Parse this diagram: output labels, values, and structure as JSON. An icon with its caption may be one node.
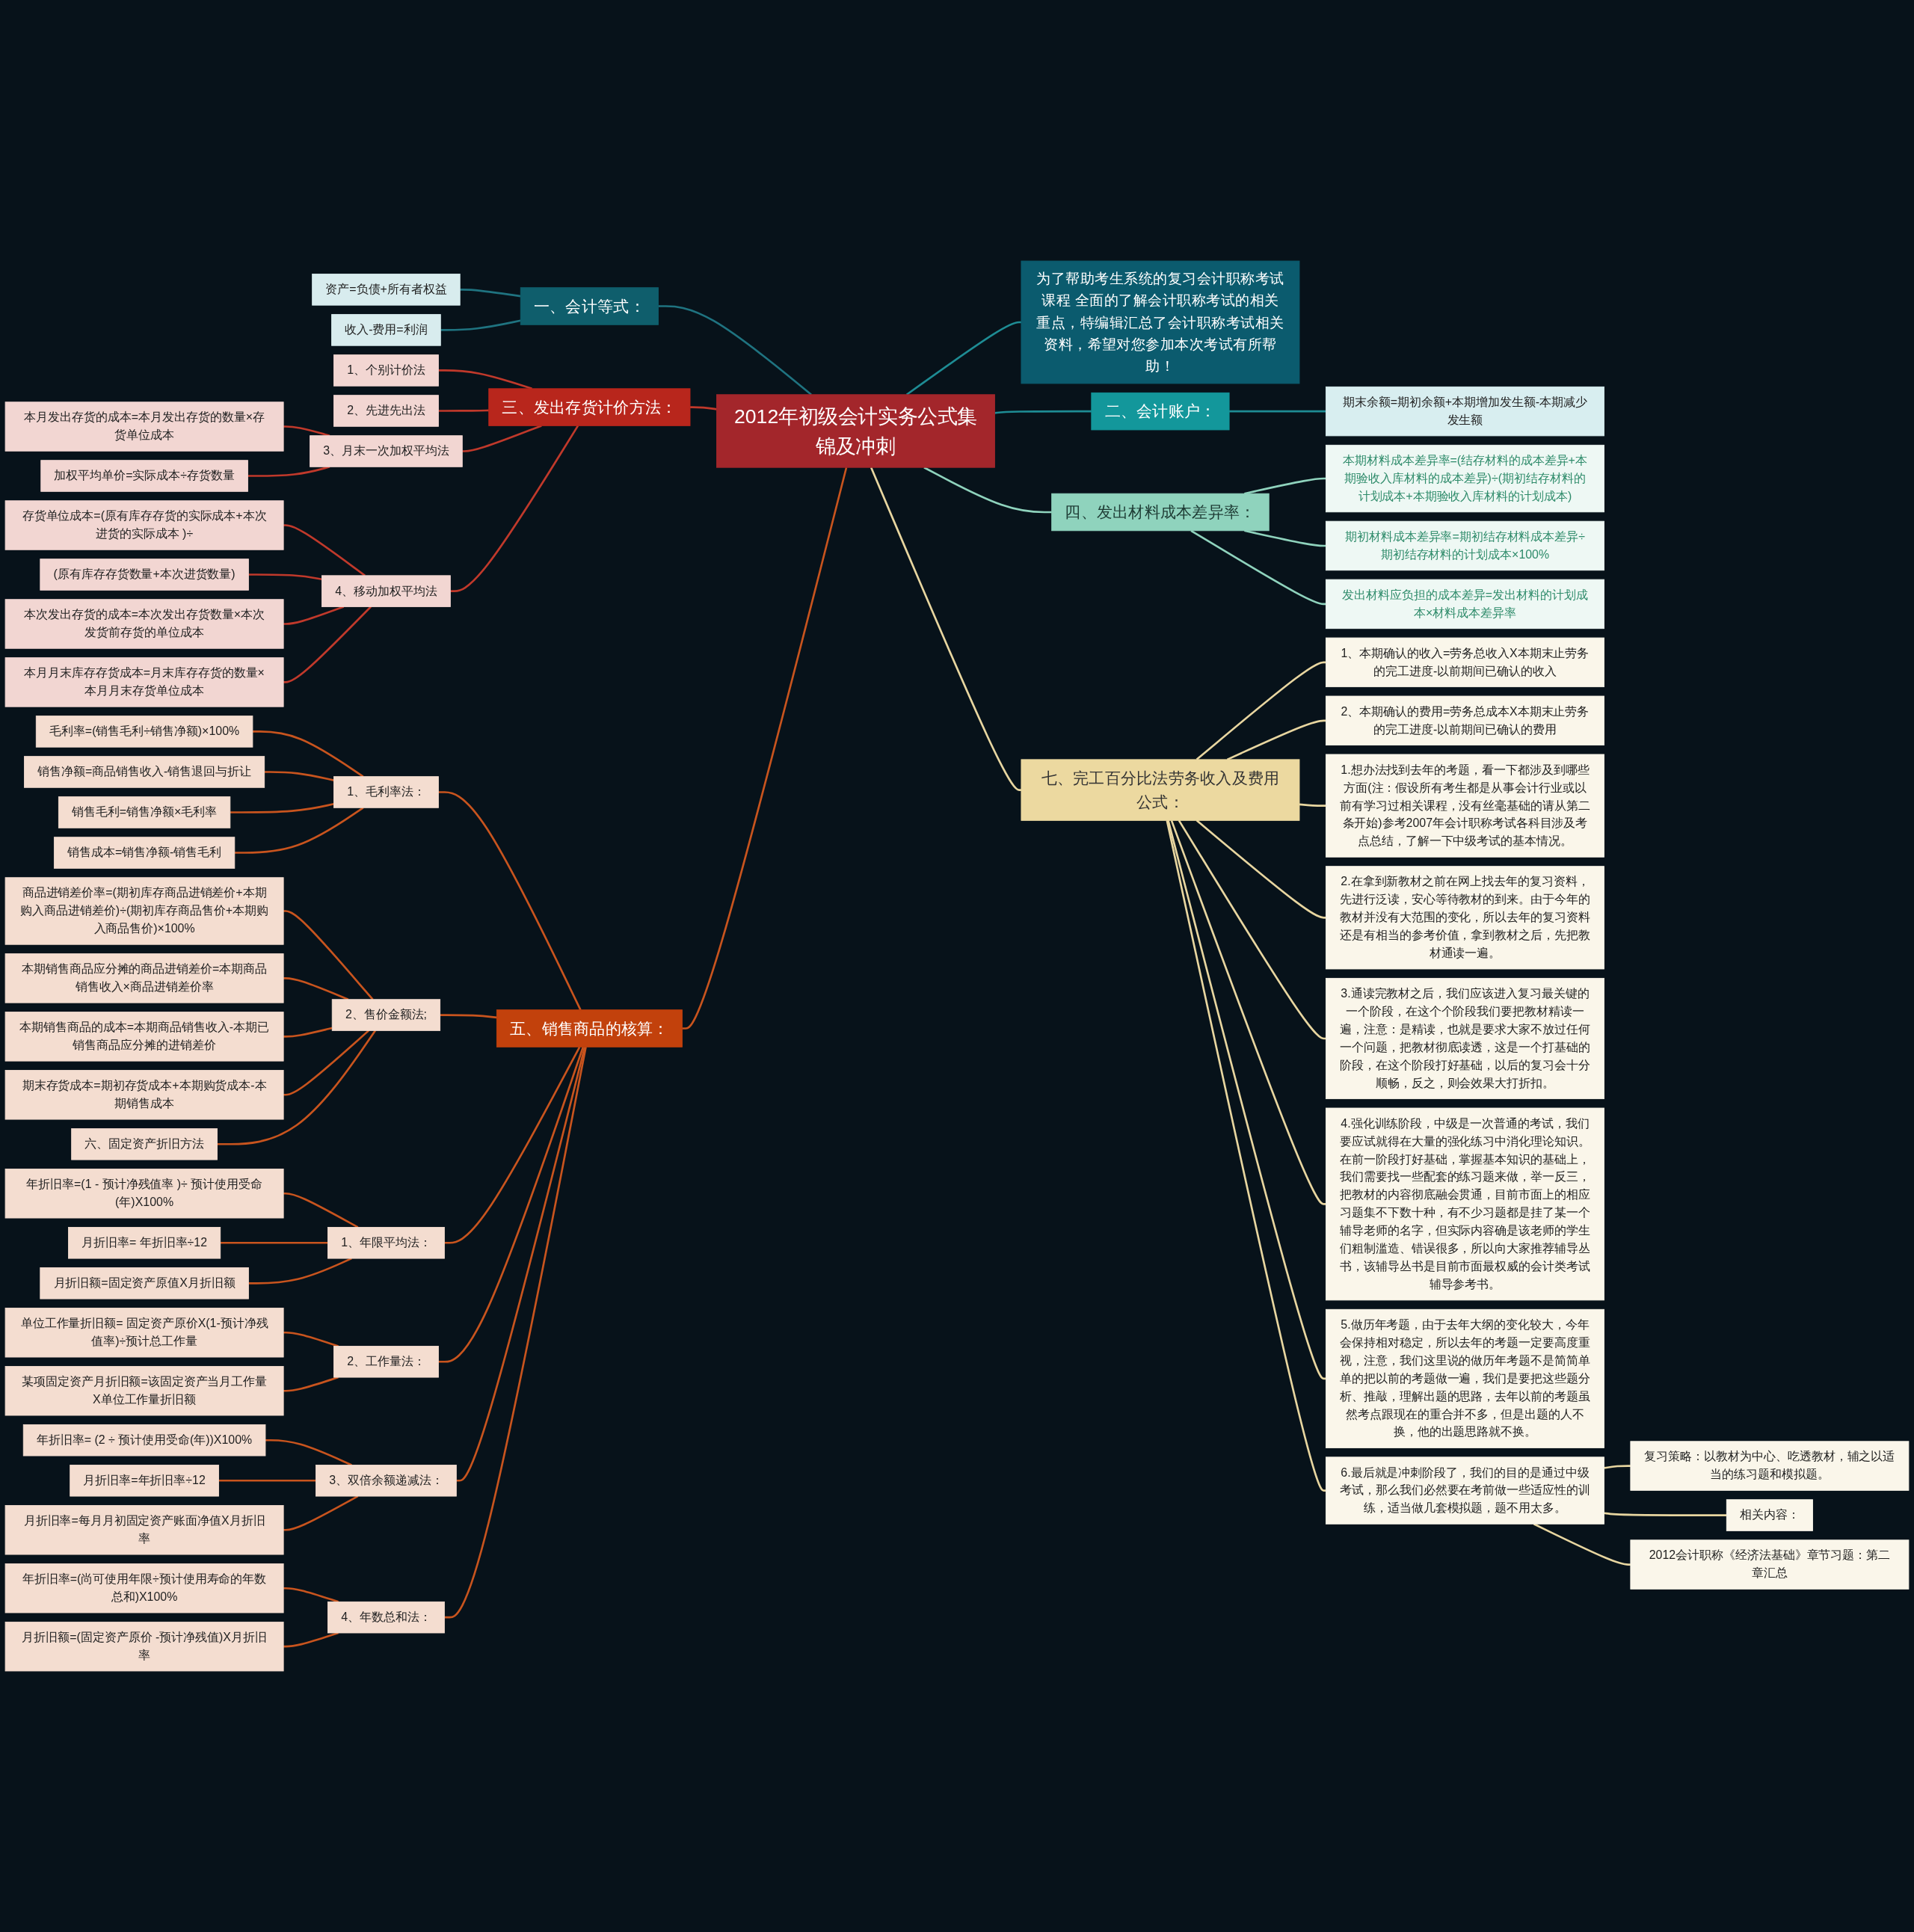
{
  "diagram": {
    "nodes": [
      {
        "text": [
          "2012年初级会计实务公式集锦及冲刺"
        ]
      },
      {
        "text": [
          "一、会计等式："
        ]
      },
      {
        "text": [
          "资产=负债+所有者权益"
        ]
      },
      {
        "text": [
          "收入-费用=利润"
        ]
      },
      {
        "text": [
          "三、发出存货计价方法："
        ]
      },
      {
        "text": [
          "1、个别计价法"
        ]
      },
      {
        "text": [
          "2、先进先出法"
        ]
      },
      {
        "text": [
          "3、月末一次加权平均法"
        ]
      },
      {
        "text": [
          "本月发出存货的成本=本月发出存货的数量×存货单位成本"
        ]
      },
      {
        "text": [
          "加权平均单价=实际成本÷存货数量"
        ]
      },
      {
        "text": [
          "4、移动加权平均法"
        ]
      },
      {
        "text": [
          "存货单位成本=(原有库存存货的实际成本+本次进货的实际成本 )÷"
        ]
      },
      {
        "text": [
          "(原有库存存货数量+本次进货数量)"
        ]
      },
      {
        "text": [
          "本次发出存货的成本=本次发出存货数量×本次发货前存货的单位成本"
        ]
      },
      {
        "text": [
          "本月月末库存存货成本=月末库存存货的数量×本月月末存货单位成本"
        ]
      },
      {
        "text": [
          "五、销售商品的核算："
        ]
      },
      {
        "text": [
          "1、毛利率法："
        ]
      },
      {
        "text": [
          "毛利率=(销售毛利÷销售净额)×100%"
        ]
      },
      {
        "text": [
          "销售净额=商品销售收入-销售退回与折让"
        ]
      },
      {
        "text": [
          "销售毛利=销售净额×毛利率"
        ]
      },
      {
        "text": [
          "销售成本=销售净额-销售毛利"
        ]
      },
      {
        "text": [
          "2、售价金额法;"
        ]
      },
      {
        "text": [
          "商品进销差价率=(期初库存商品进销差价+本期购入商品进销差价)÷(期初库存商品售价+本期购入商品售价)×100%"
        ]
      },
      {
        "text": [
          "本期销售商品应分摊的商品进销差价=本期商品销售收入×商品进销差价率"
        ]
      },
      {
        "text": [
          "本期销售商品的成本=本期商品销售收入-本期已销售商品应分摊的进销差价"
        ]
      },
      {
        "text": [
          "期末存货成本=期初存货成本+本期购货成本-本期销售成本"
        ]
      },
      {
        "text": [
          "六、固定资产折旧方法"
        ]
      },
      {
        "text": [
          "1、年限平均法："
        ]
      },
      {
        "text": [
          "年折旧率=(1 - 预计净残值率 )÷ 预计使用受命(年)X100%"
        ]
      },
      {
        "text": [
          "月折旧率= 年折旧率÷12"
        ]
      },
      {
        "text": [
          "月折旧额=固定资产原值X月折旧额"
        ]
      },
      {
        "text": [
          "2、工作量法："
        ]
      },
      {
        "text": [
          "单位工作量折旧额= 固定资产原价X(1-预计净残值率)÷预计总工作量"
        ]
      },
      {
        "text": [
          "某项固定资产月折旧额=该固定资产当月工作量X单位工作量折旧额"
        ]
      },
      {
        "text": [
          "3、双倍余额递减法："
        ]
      },
      {
        "text": [
          "年折旧率= (2 ÷ 预计使用受命(年))X100%"
        ]
      },
      {
        "text": [
          "月折旧率=年折旧率÷12"
        ]
      },
      {
        "text": [
          "月折旧率=每月月初固定资产账面净值X月折旧率"
        ]
      },
      {
        "text": [
          "4、年数总和法："
        ]
      },
      {
        "text": [
          "年折旧率=(尚可使用年限÷预计使用寿命的年数总和)X100%"
        ]
      },
      {
        "text": [
          "月折旧额=(固定资产原价 -预计净残值)X月折旧率"
        ]
      },
      {
        "text": [
          "为了帮助考生系统的复习会计职称考试课程 全面的了解会计职称考试的相关重点，特编辑汇总了会计职称考试相关资料，希望对您参加本次考试有所帮助！"
        ]
      },
      {
        "text": [
          "二、会计账户："
        ]
      },
      {
        "text": [
          "期末余额=期初余额+本期增加发生额-本期减少发生额"
        ]
      },
      {
        "text": [
          "四、发出材料成本差异率："
        ]
      },
      {
        "text": [
          "本期材料成本差异率=(结存材料的成本差异+本期验收入库材料的成本差异)÷(期初结存材料的计划成本+本期验收入库材料的计划成本)"
        ]
      },
      {
        "text": [
          "期初材料成本差异率=期初结存材料成本差异÷期初结存材料的计划成本×100%"
        ]
      },
      {
        "text": [
          "发出材料应负担的成本差异=发出材料的计划成本×材料成本差异率"
        ]
      },
      {
        "text": [
          "七、完工百分比法劳务收入及费用公式："
        ]
      },
      {
        "text": [
          "1、本期确认的收入=劳务总收入X本期末止劳务的完工进度-以前期间已确认的收入"
        ]
      },
      {
        "text": [
          "2、本期确认的费用=劳务总成本X本期末止劳务的完工进度-以前期间已确认的费用"
        ]
      },
      {
        "text": [
          "1.想办法找到去年的考题，看一下都涉及到哪些方面(注：假设所有考生都是从事会计行业或以前有学习过相关课程，没有丝毫基础的请从第二条开始)参考2007年会计职称考试各科目涉及考点总结，了解一下中级考试的基本情况。"
        ]
      },
      {
        "text": [
          "2.在拿到新教材之前在网上找去年的复习资料，先进行泛读，安心等待教材的到来。由于今年的教材并没有大范围的变化，所以去年的复习资料还是有相当的参考价值，拿到教材之后，先把教材通读一遍。"
        ]
      },
      {
        "text": [
          "3.通读完教材之后，我们应该进入复习最关键的一个阶段，在这个个阶段我们要把教材精读一遍，注意：是精读，也就是要求大家不放过任何一个问题，把教材彻底读透，这是一个打基础的阶段，在这个阶段打好基础，以后的复习会十分顺畅，反之，则会效果大打折扣。"
        ]
      },
      {
        "text": [
          "4.强化训练阶段，中级是一次普通的考试，我们要应试就得在大量的强化练习中消化理论知识。在前一阶段打好基础，掌握基本知识的基础上，我们需要找一些配套的练习题来做，举一反三，把教材的内容彻底融会贯通，目前市面上的相应习题集不下数十种，有不少习题都是挂了某一个辅导老师的名字，但实际内容确是该老师的学生们粗制滥造、错误很多，所以向大家推荐辅导丛书，该辅导丛书是目前市面最权威的会计类考试辅导参考书。"
        ]
      },
      {
        "text": [
          "5.做历年考题，由于去年大纲的变化较大，今年会保持相对稳定，所以去年的考题一定要高度重视，注意，我们这里说的做历年考题不是简简单单的把以前的考题做一遍，我们是要把这些题分析、推敲，理解出题的思路，去年以前的考题虽然考点跟现在的重合并不多，但是出题的人不换，他的出题思路就不换。"
        ]
      },
      {
        "text": [
          "6.最后就是冲刺阶段了，我们的目的是通过中级考试，那么我们必然要在考前做一些适应性的训练，适当做几套模拟题，题不用太多。"
        ]
      },
      {
        "text": [
          "复习策略：以教材为中心、吃透教材，辅之以适当的练习题和模拟题。"
        ]
      },
      {
        "text": [
          "相关内容："
        ]
      },
      {
        "text": [
          "2012会计职称《经济法基础》章节习题：第二章汇总"
        ]
      }
    ],
    "edges": [
      {
        "from": 1,
        "to": 0,
        "arrow": "none",
        "color": "#1f7380"
      },
      {
        "from": 2,
        "to": 1,
        "arrow": "none",
        "color": "#1f7380"
      },
      {
        "from": 3,
        "to": 1,
        "arrow": "none",
        "color": "#1f7380"
      },
      {
        "from": 4,
        "to": 0,
        "arrow": "none",
        "color": "#c0392b"
      },
      {
        "from": 5,
        "to": 4,
        "arrow": "none",
        "color": "#c0392b"
      },
      {
        "from": 6,
        "to": 4,
        "arrow": "none",
        "color": "#c0392b"
      },
      {
        "from": 7,
        "to": 4,
        "arrow": "none",
        "color": "#c0392b"
      },
      {
        "from": 8,
        "to": 7,
        "arrow": "none",
        "color": "#c0392b"
      },
      {
        "from": 9,
        "to": 7,
        "arrow": "none",
        "color": "#c0392b"
      },
      {
        "from": 10,
        "to": 4,
        "arrow": "none",
        "color": "#c0392b"
      },
      {
        "from": 11,
        "to": 10,
        "arrow": "none",
        "color": "#c0392b"
      },
      {
        "from": 12,
        "to": 10,
        "arrow": "none",
        "color": "#c0392b"
      },
      {
        "from": 13,
        "to": 10,
        "arrow": "none",
        "color": "#c0392b"
      },
      {
        "from": 14,
        "to": 10,
        "arrow": "none",
        "color": "#c0392b"
      },
      {
        "from": 15,
        "to": 0,
        "arrow": "none"
      },
      {
        "from": 16,
        "to": 15,
        "arrow": "none"
      },
      {
        "from": 17,
        "to": 16,
        "arrow": "none"
      },
      {
        "from": 18,
        "to": 16,
        "arrow": "none"
      },
      {
        "from": 19,
        "to": 16,
        "arrow": "none"
      },
      {
        "from": 20,
        "to": 16,
        "arrow": "none"
      },
      {
        "from": 21,
        "to": 15,
        "arrow": "none"
      },
      {
        "from": 22,
        "to": 21,
        "arrow": "none"
      },
      {
        "from": 23,
        "to": 21,
        "arrow": "none"
      },
      {
        "from": 24,
        "to": 21,
        "arrow": "none"
      },
      {
        "from": 25,
        "to": 21,
        "arrow": "none"
      },
      {
        "from": 26,
        "to": 21,
        "arrow": "none"
      },
      {
        "from": 27,
        "to": 15,
        "arrow": "none"
      },
      {
        "from": 28,
        "to": 27,
        "arrow": "none"
      },
      {
        "from": 29,
        "to": 27,
        "arrow": "none"
      },
      {
        "from": 30,
        "to": 27,
        "arrow": "none"
      },
      {
        "from": 31,
        "to": 15,
        "arrow": "none"
      },
      {
        "from": 32,
        "to": 31,
        "arrow": "none"
      },
      {
        "from": 33,
        "to": 31,
        "arrow": "none"
      },
      {
        "from": 34,
        "to": 15,
        "arrow": "none"
      },
      {
        "from": 35,
        "to": 34,
        "arrow": "none"
      },
      {
        "from": 36,
        "to": 34,
        "arrow": "none"
      },
      {
        "from": 37,
        "to": 34,
        "arrow": "none"
      },
      {
        "from": 38,
        "to": 15,
        "arrow": "none"
      },
      {
        "from": 39,
        "to": 38,
        "arrow": "none"
      },
      {
        "from": 40,
        "to": 38,
        "arrow": "none"
      },
      {
        "from": 0,
        "to": 41,
        "arrow": "none",
        "color": "#1e8c94"
      },
      {
        "from": 0,
        "to": 42,
        "arrow": "none",
        "color": "#1e8c94"
      },
      {
        "from": 42,
        "to": 43,
        "arrow": "none",
        "color": "#1e8c94"
      },
      {
        "from": 0,
        "to": 44,
        "arrow": "none",
        "color": "#8fd3bd"
      },
      {
        "from": 44,
        "to": 45,
        "arrow": "none",
        "color": "#8fd3bd"
      },
      {
        "from": 44,
        "to": 46,
        "arrow": "none",
        "color": "#8fd3bd"
      },
      {
        "from": 44,
        "to": 47,
        "arrow": "none",
        "color": "#8fd3bd"
      },
      {
        "from": 0,
        "to": 48,
        "arrow": "none",
        "color": "#e8d6a0"
      },
      {
        "from": 48,
        "to": 49,
        "arrow": "none",
        "color": "#e8d6a0"
      },
      {
        "from": 48,
        "to": 50,
        "arrow": "none",
        "color": "#e8d6a0"
      },
      {
        "from": 48,
        "to": 51,
        "arrow": "none",
        "color": "#e8d6a0"
      },
      {
        "from": 48,
        "to": 52,
        "arrow": "none",
        "color": "#e8d6a0"
      },
      {
        "from": 48,
        "to": 53,
        "arrow": "none",
        "color": "#e8d6a0"
      },
      {
        "from": 48,
        "to": 54,
        "arrow": "none",
        "color": "#e8d6a0"
      },
      {
        "from": 48,
        "to": 55,
        "arrow": "none",
        "color": "#e8d6a0"
      },
      {
        "from": 48,
        "to": 56,
        "arrow": "none",
        "color": "#e8d6a0"
      },
      {
        "from": 56,
        "to": 57,
        "arrow": "none",
        "color": "#e8d6a0"
      },
      {
        "from": 56,
        "to": 58,
        "arrow": "none",
        "color": "#e8d6a0"
      },
      {
        "from": 56,
        "to": 59,
        "arrow": "none",
        "color": "#e8d6a0"
      }
    ]
  }
}
